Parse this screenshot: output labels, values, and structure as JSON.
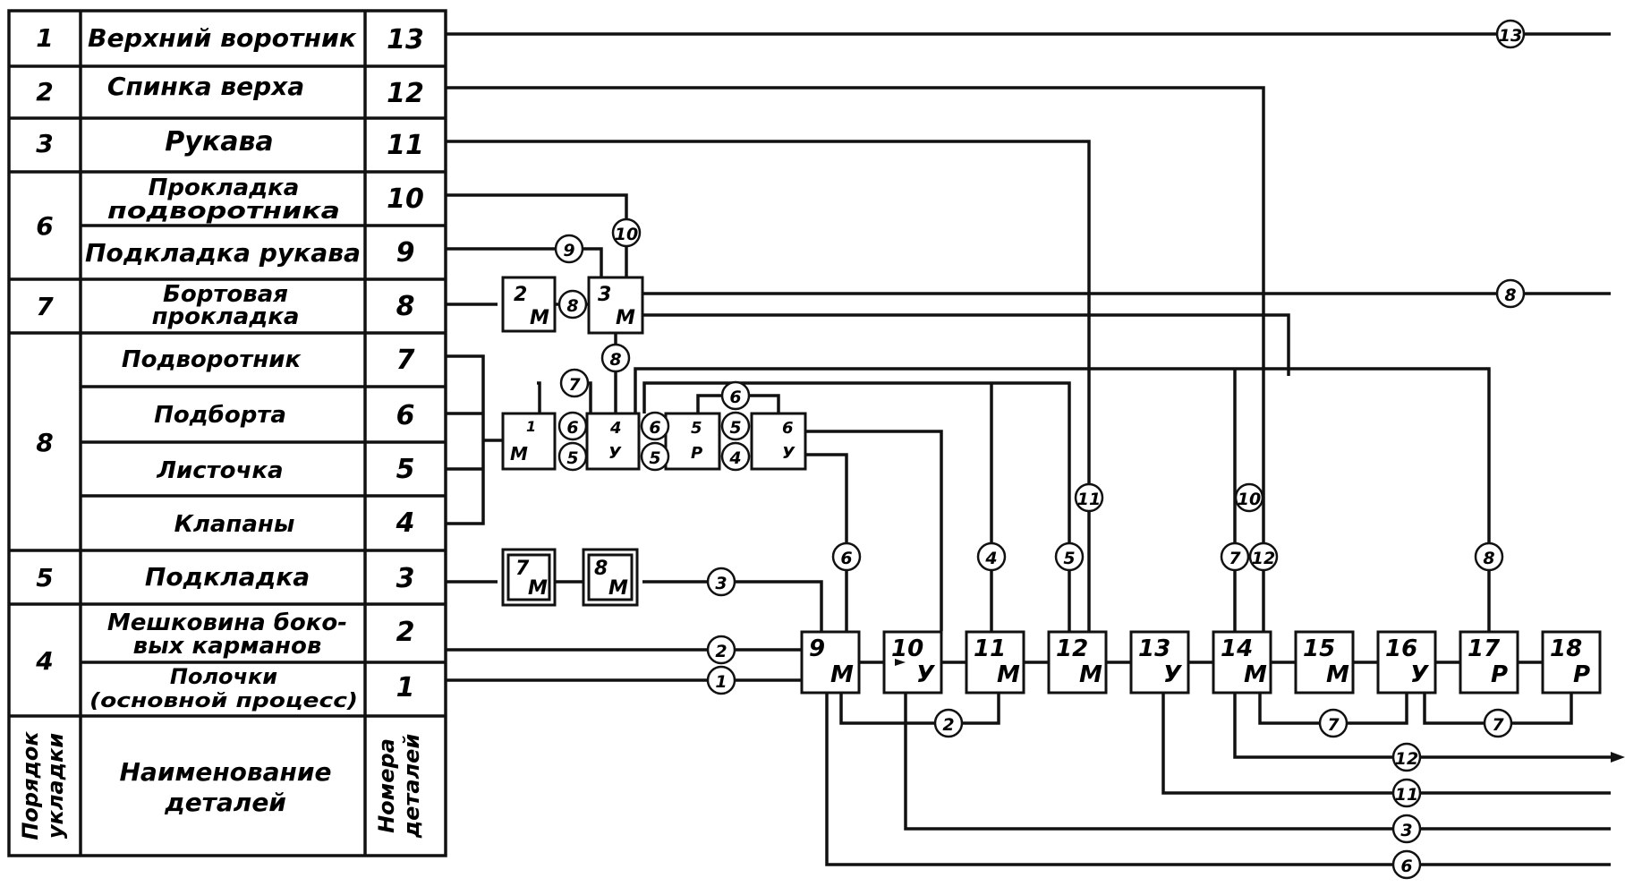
{
  "table": {
    "rows": [
      {
        "order": "1",
        "name": [
          "Верхний воротник"
        ],
        "number": "13"
      },
      {
        "order": "2",
        "name": [
          "Спинка верха"
        ],
        "number": "12"
      },
      {
        "order": "3",
        "name": [
          "Рукава"
        ],
        "number": "11"
      },
      {
        "order": "",
        "name": [
          "Прокладка",
          "подворотника"
        ],
        "number": "10"
      },
      {
        "order": "",
        "name": [
          "Подкладка рукава"
        ],
        "number": "9"
      },
      {
        "order": "7",
        "name": [
          "Бортовая",
          "прокладка"
        ],
        "number": "8"
      },
      {
        "order": "",
        "name": [
          "Подворотник"
        ],
        "number": "7"
      },
      {
        "order": "",
        "name": [
          "Подборта"
        ],
        "number": "6"
      },
      {
        "order": "",
        "name": [
          "Листочка"
        ],
        "number": "5"
      },
      {
        "order": "",
        "name": [
          "Клапаны"
        ],
        "number": "4"
      },
      {
        "order": "5",
        "name": [
          "Подкладка"
        ],
        "number": "3"
      },
      {
        "order": "",
        "name": [
          "Мешковина боко-",
          "вых карманов"
        ],
        "number": "2"
      },
      {
        "order": "",
        "name": [
          "Полочки",
          "(основной процесс)"
        ],
        "number": "1"
      }
    ],
    "merged_orders": [
      {
        "text": "6"
      },
      {
        "text": "8"
      },
      {
        "text": "4"
      }
    ],
    "header": {
      "order": [
        "Порядок",
        "укладки"
      ],
      "name": [
        "Наименование",
        "деталей"
      ],
      "number": [
        "Номера",
        "деталей"
      ]
    }
  },
  "main_ops": [
    {
      "num": "9",
      "type": "М"
    },
    {
      "num": "10",
      "type": "У"
    },
    {
      "num": "11",
      "type": "М"
    },
    {
      "num": "12",
      "type": "М"
    },
    {
      "num": "13",
      "type": "У"
    },
    {
      "num": "14",
      "type": "М"
    },
    {
      "num": "15",
      "type": "М"
    },
    {
      "num": "16",
      "type": "У"
    },
    {
      "num": "17",
      "type": "Р"
    },
    {
      "num": "18",
      "type": "Р"
    }
  ],
  "aux_ops": [
    {
      "num": "2",
      "type": "М"
    },
    {
      "num": "3",
      "type": "М"
    },
    {
      "num": "7",
      "type": "М"
    },
    {
      "num": "8",
      "type": "М"
    },
    {
      "num": "1",
      "type": "М"
    }
  ],
  "chain_ops": [
    {
      "num": "4",
      "type": "У"
    },
    {
      "num": "5",
      "type": "Р"
    },
    {
      "num": "6",
      "type": "У"
    }
  ],
  "circle_labels": [
    "13",
    "8",
    "9",
    "10",
    "8",
    "8",
    "7",
    "6",
    "5",
    "6",
    "5",
    "5",
    "4",
    "6",
    "3",
    "2",
    "1",
    "6",
    "4",
    "5",
    "11",
    "7",
    "10",
    "12",
    "8",
    "2",
    "7",
    "7",
    "12",
    "11",
    "3",
    "6"
  ]
}
